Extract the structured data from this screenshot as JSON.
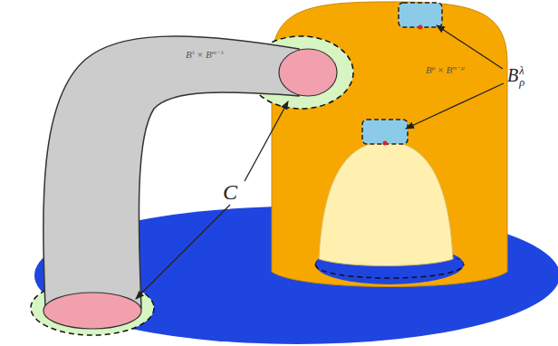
{
  "diagram": {
    "labels": [
      "B",
      "λ",
      "×",
      "B",
      "m−λ",
      "B",
      "μ",
      "×",
      "B",
      "m−μ",
      "C",
      "B",
      "λ",
      "ρ"
    ]
  }
}
